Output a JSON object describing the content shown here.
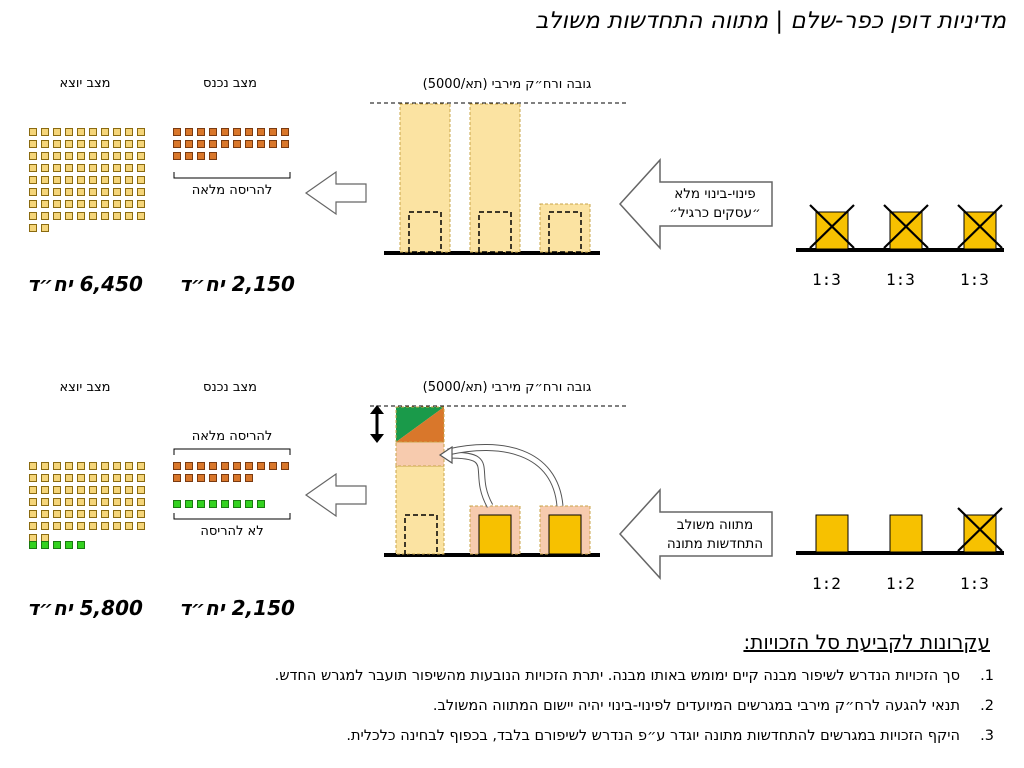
{
  "title": "מדיניות דופן כפר-שלם | מתווה התחדשות משולב",
  "scenario1": {
    "label_out": "מצב יוצא",
    "label_in": "מצב נכנס",
    "label_height": "גובה ורח״ק מירבי (תא/5000)",
    "label_demolish": "להריסה מלאה",
    "value_in": "2,150 יח״ד",
    "value_out": "6,450 יח״ד",
    "arrow_text_line1": "פינוי-בינוי מלא",
    "arrow_text_line2": "״עסקים כרגיל״",
    "ratios": [
      "1:3",
      "1:3",
      "1:3"
    ]
  },
  "scenario2": {
    "label_out": "מצב יוצא",
    "label_in": "מצב נכנס",
    "label_height": "גובה ורח״ק מירבי (תא/5000)",
    "label_demolish": "להריסה מלאה",
    "label_no_demolish": "לא להריסה",
    "value_in": "2,150 יח״ד",
    "value_out": "5,800 יח״ד",
    "arrow_text_line1": "מתווה משולב",
    "arrow_text_line2": "התחדשות מתונה",
    "ratios": [
      "1:2",
      "1:2",
      "1:3"
    ]
  },
  "principles": {
    "title": "עקרונות לקביעת סל הזכויות:",
    "items": [
      {
        "num": "1.",
        "text": "סך הזכויות הנדרש לשיפור מבנה קיים ימומש באותו מבנה. יתרת הזכויות הנובעות מהשיפור תועבר למגרש החדש."
      },
      {
        "num": "2.",
        "text": "תנאי להגעה לרח״ק מירבי במגרשים המיועדים לפינוי-בינוי יהיה יישום המתווה המשולב."
      },
      {
        "num": "3.",
        "text": "היקף הזכויות במגרשים להתחדשות מתונה יוגדר ע״פ הנדרש לשיפורם בלבד, בכפוף לבחינה כלכלית."
      }
    ]
  },
  "colors": {
    "bar_fill": "#fbe3a2",
    "building": "#f7c100",
    "orange": "#d9772b",
    "green": "#33d11f",
    "peach": "#f7cbae"
  },
  "icons": [
    "close-x-icon",
    "arrow-left-icon",
    "double-arrow-icon"
  ]
}
